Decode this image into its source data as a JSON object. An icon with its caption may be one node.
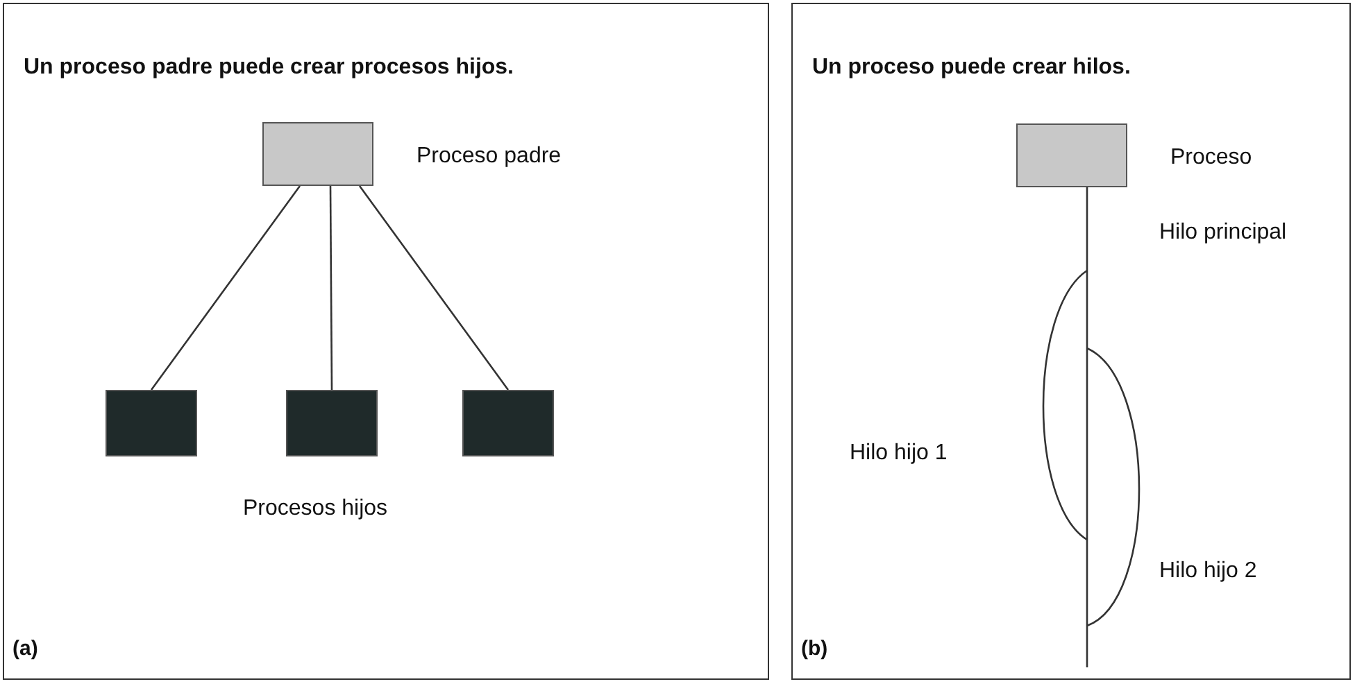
{
  "diagram": {
    "nodes": [
      {
        "text": [
          "Un proceso padre puede crear procesos hijos.",
          "(a)"
        ]
      },
      {
        "text": [],
        "shape": "box",
        "in": 0,
        "beside": [
          "Proceso padre"
        ]
      },
      {
        "text": [],
        "shape": "box",
        "in": 0
      },
      {
        "text": [],
        "shape": "box",
        "in": 0
      },
      {
        "text": [],
        "shape": "box",
        "in": 0
      },
      {
        "text": [
          "Un proceso puede crear hilos.",
          "(b)"
        ]
      },
      {
        "text": [],
        "shape": "box",
        "in": 5,
        "beside": [
          "Proceso"
        ]
      }
    ],
    "edges": [
      {
        "from": 1,
        "to": 2,
        "arrow": "none"
      },
      {
        "from": 1,
        "to": 3,
        "arrow": "none"
      },
      {
        "from": 1,
        "to": 4,
        "arrow": "none"
      }
    ],
    "labels": [
      "Procesos hijos",
      "Hilo principal",
      "Hilo hijo 1",
      "Hilo hijo 2"
    ]
  }
}
